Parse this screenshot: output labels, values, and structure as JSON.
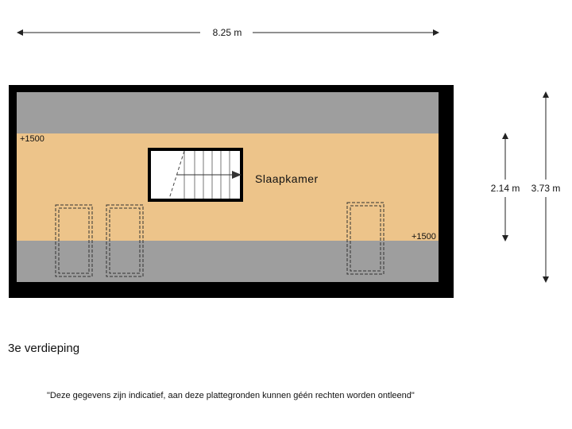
{
  "dimensions": {
    "width": "8.25 m",
    "knee_height": "2.14 m",
    "total_height": "3.73 m"
  },
  "room": {
    "name": "Slaapkamer",
    "level_left": "+1500",
    "level_right": "+1500"
  },
  "floor": {
    "title": "3e verdieping"
  },
  "disclaimer": "\"Deze gegevens zijn indicatief, aan deze plattegronden kunnen géén rechten worden ontleend\"",
  "colors": {
    "wall": "#000000",
    "low_ceiling": "#9e9e9e",
    "floor_area": "#edc48a",
    "dimension_line": "#222222"
  }
}
